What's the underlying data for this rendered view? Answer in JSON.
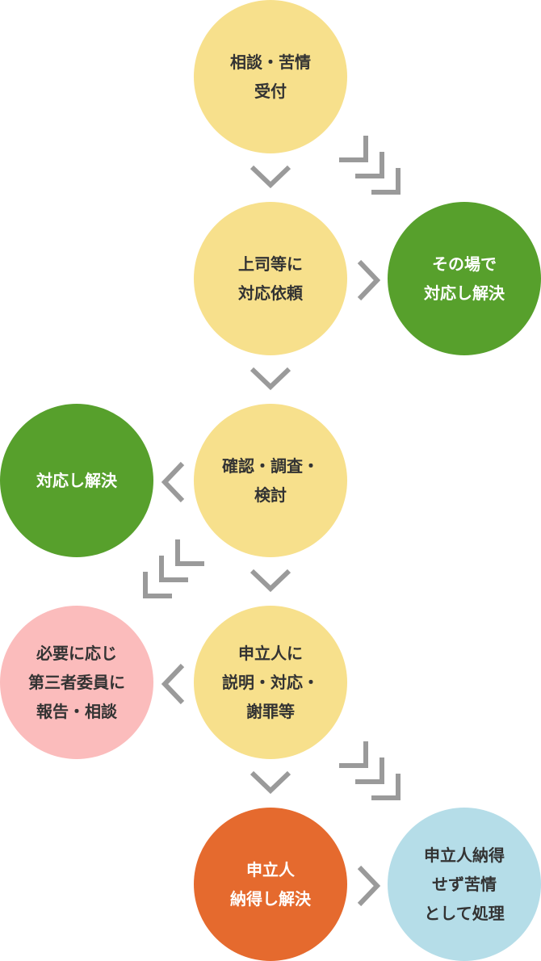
{
  "nodes": {
    "intake": "相談・苦情\n受付",
    "request": "上司等に\n対応依頼",
    "resolved_on_spot": "その場で\n対応し解決",
    "investigate": "確認・調査・\n検討",
    "resolved": "対応し解決",
    "explain": "申立人に\n説明・対応・\n謝罪等",
    "third_party": "必要に応じ\n第三者委員に\n報告・相談",
    "complainant_satisfied": "申立人\n納得し解決",
    "complainant_unsatisfied": "申立人納得\nせず苦情\nとして処理"
  },
  "colors": {
    "process": "#f7e08c",
    "resolved": "#57a02c",
    "third_party": "#fbbcbc",
    "satisfied": "#e56a2e",
    "unsatisfied": "#b5dde8",
    "arrow": "#9a9a9a"
  }
}
